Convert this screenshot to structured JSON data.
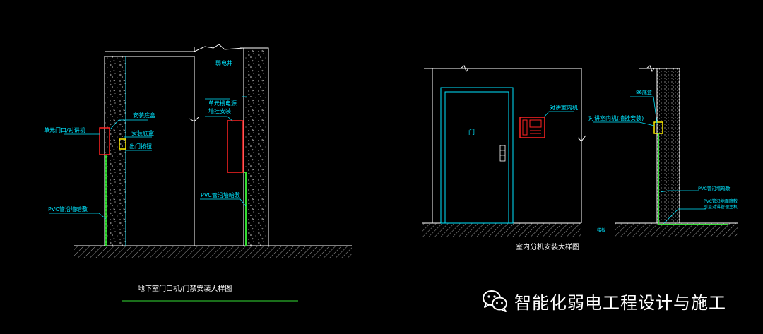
{
  "colors": {
    "background": "#000000",
    "wall_line": "#ffffff",
    "cyan": "#00e5ff",
    "green": "#33dd33",
    "red": "#ff2222",
    "yellow": "#ffee00",
    "hatch": "#9a9a9a"
  },
  "left_drawing": {
    "title": "地下室门口机/门禁安装大样图",
    "labels": {
      "weak_well": "弱电井",
      "install_box": "安装底盒",
      "unit_door_station": "单元门口/对讲机",
      "install_box_2": "安装底盒",
      "exit_button": "出门按钮",
      "single_power_supply": "单元楼电源",
      "wall_mounted": "墙挂安装",
      "pvc_left": "PVC管沿墙暗敷",
      "pvc_right": "PVC管沿墙暗敷"
    }
  },
  "right_drawing": {
    "title": "室内分机安装大样图",
    "labels": {
      "door": "门",
      "indoor_intercom": "对讲室内机",
      "b6_box": "86底盒",
      "indoor_intercom_mounted": "对讲室内机(墙挂安装)",
      "pvc_conceal": "PVC管沿墙暗敷",
      "pvc_floor_1": "PVC管沿地面暗敷",
      "pvc_floor_2": "引至对讲管理主机",
      "floor_mark": "楼板"
    }
  },
  "watermark": {
    "text": "智能化弱电工程设计与施工",
    "icon": "wechat-icon"
  }
}
